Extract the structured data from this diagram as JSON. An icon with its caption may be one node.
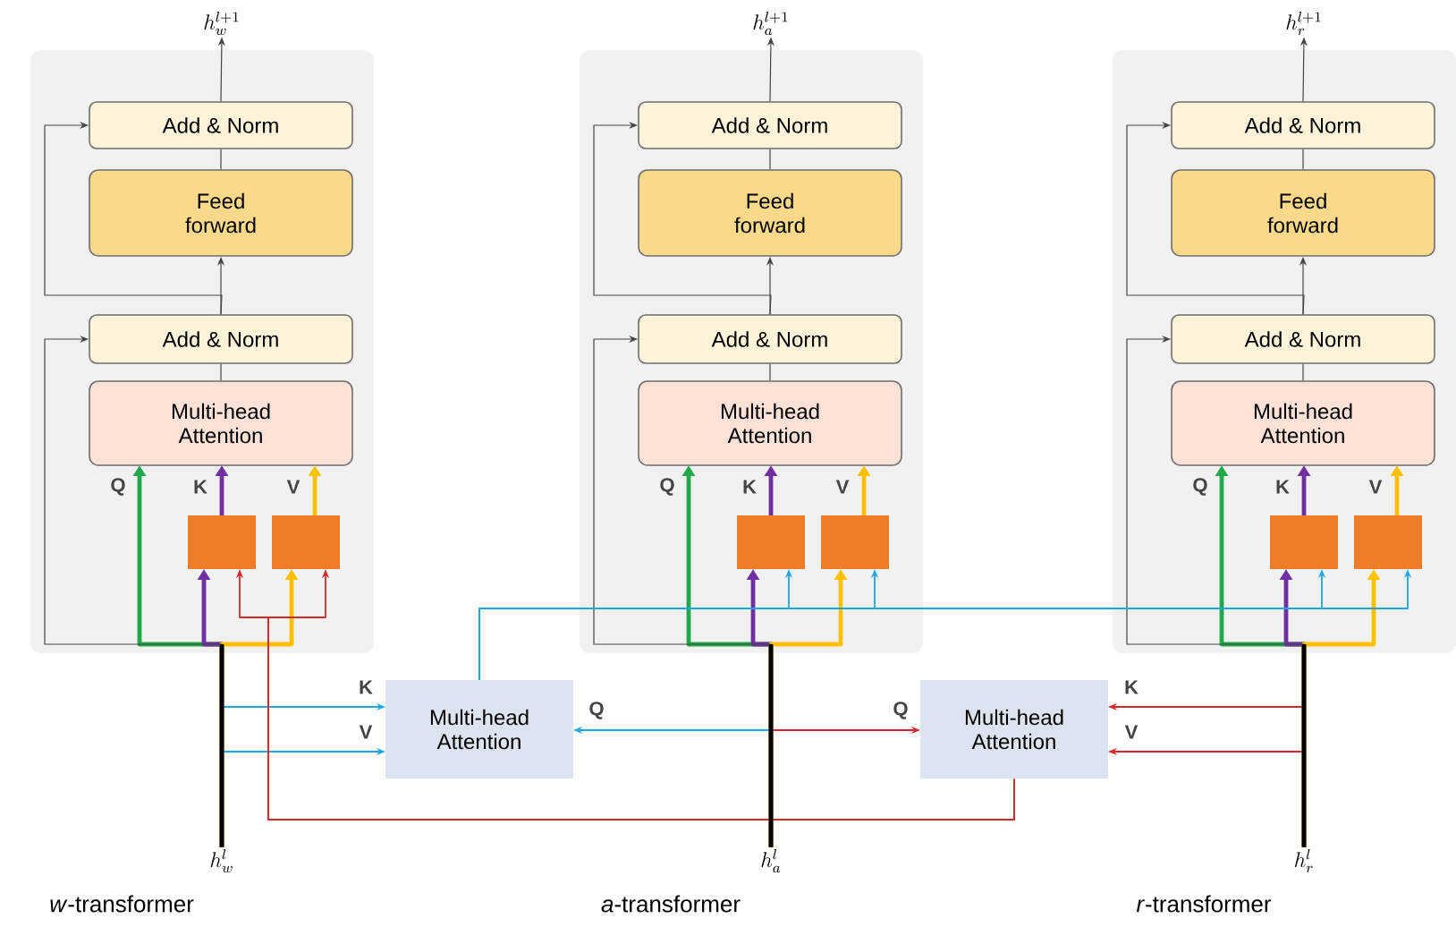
{
  "diagram": {
    "nodes": [
      {
        "text": [
          "h_{w}^{l+1}"
        ]
      },
      {
        "text": [],
        "shape": "box"
      },
      {
        "text": [
          "Add & Norm"
        ],
        "in": 1
      },
      {
        "text": [
          "Feed forward"
        ],
        "in": 1
      },
      {
        "text": [
          "Add & Norm"
        ],
        "in": 1
      },
      {
        "text": [
          "Multi-head Attention"
        ],
        "in": 1
      },
      {
        "text": [],
        "shape": "box",
        "in": 1
      },
      {
        "text": [],
        "shape": "box",
        "in": 1
      },
      {
        "text": [
          "h_{w}^{l}"
        ]
      },
      {
        "text": [
          "h_{a}^{l+1}"
        ]
      },
      {
        "text": [],
        "shape": "box"
      },
      {
        "text": [
          "Add & Norm"
        ],
        "in": 10
      },
      {
        "text": [
          "Feed forward"
        ],
        "in": 10
      },
      {
        "text": [
          "Add & Norm"
        ],
        "in": 10
      },
      {
        "text": [
          "Multi-head Attention"
        ],
        "in": 10
      },
      {
        "text": [],
        "shape": "box",
        "in": 10
      },
      {
        "text": [],
        "shape": "box",
        "in": 10
      },
      {
        "text": [
          "h_{a}^{l}"
        ]
      },
      {
        "text": [
          "h_{r}^{l+1}"
        ]
      },
      {
        "text": [],
        "shape": "box"
      },
      {
        "text": [
          "Add & Norm"
        ],
        "in": 19
      },
      {
        "text": [
          "Feed forward"
        ],
        "in": 19
      },
      {
        "text": [
          "Add & Norm"
        ],
        "in": 19
      },
      {
        "text": [
          "Multi-head Attention"
        ],
        "in": 19
      },
      {
        "text": [],
        "shape": "box",
        "in": 19
      },
      {
        "text": [],
        "shape": "box",
        "in": 19
      },
      {
        "text": [
          "h_{r}^{l}"
        ]
      },
      {
        "text": [
          "Multi-head Attention"
        ]
      },
      {
        "text": [
          "Multi-head Attention"
        ]
      }
    ],
    "edges": [
      {
        "from": 8,
        "to": 5,
        "arrow": "to",
        "label": "Q",
        "color": "#21a84a",
        "style": "thick"
      },
      {
        "from": 6,
        "to": 5,
        "arrow": "to",
        "label": "K",
        "color": "#7030a0",
        "style": "thick"
      },
      {
        "from": 7,
        "to": 5,
        "arrow": "to",
        "label": "V",
        "color": "#ffc000",
        "style": "thick"
      },
      {
        "from": 8,
        "to": 6,
        "arrow": "to",
        "color": "#7030a0",
        "style": "thick"
      },
      {
        "from": 8,
        "to": 7,
        "arrow": "to",
        "color": "#ffc000",
        "style": "thick"
      },
      {
        "from": 8,
        "to": 4,
        "arrow": "to"
      },
      {
        "from": 5,
        "to": 4,
        "arrow": "none"
      },
      {
        "from": 4,
        "to": 3,
        "arrow": "to"
      },
      {
        "from": 4,
        "to": 2,
        "arrow": "to"
      },
      {
        "from": 3,
        "to": 2,
        "arrow": "none"
      },
      {
        "from": 2,
        "to": 0,
        "arrow": "to"
      },
      {
        "from": 17,
        "to": 14,
        "arrow": "to",
        "label": "Q",
        "color": "#21a84a",
        "style": "thick"
      },
      {
        "from": 15,
        "to": 14,
        "arrow": "to",
        "label": "K",
        "color": "#7030a0",
        "style": "thick"
      },
      {
        "from": 16,
        "to": 14,
        "arrow": "to",
        "label": "V",
        "color": "#ffc000",
        "style": "thick"
      },
      {
        "from": 17,
        "to": 15,
        "arrow": "to",
        "color": "#7030a0",
        "style": "thick"
      },
      {
        "from": 17,
        "to": 16,
        "arrow": "to",
        "color": "#ffc000",
        "style": "thick"
      },
      {
        "from": 17,
        "to": 13,
        "arrow": "to"
      },
      {
        "from": 14,
        "to": 13,
        "arrow": "none"
      },
      {
        "from": 13,
        "to": 12,
        "arrow": "to"
      },
      {
        "from": 13,
        "to": 11,
        "arrow": "to"
      },
      {
        "from": 12,
        "to": 11,
        "arrow": "none"
      },
      {
        "from": 11,
        "to": 9,
        "arrow": "to"
      },
      {
        "from": 26,
        "to": 23,
        "arrow": "to",
        "label": "Q",
        "color": "#21a84a",
        "style": "thick"
      },
      {
        "from": 24,
        "to": 23,
        "arrow": "to",
        "label": "K",
        "color": "#7030a0",
        "style": "thick"
      },
      {
        "from": 25,
        "to": 23,
        "arrow": "to",
        "label": "V",
        "color": "#ffc000",
        "style": "thick"
      },
      {
        "from": 26,
        "to": 24,
        "arrow": "to",
        "color": "#7030a0",
        "style": "thick"
      },
      {
        "from": 26,
        "to": 25,
        "arrow": "to",
        "color": "#ffc000",
        "style": "thick"
      },
      {
        "from": 26,
        "to": 22,
        "arrow": "to"
      },
      {
        "from": 23,
        "to": 22,
        "arrow": "none"
      },
      {
        "from": 22,
        "to": 21,
        "arrow": "to"
      },
      {
        "from": 22,
        "to": 20,
        "arrow": "to"
      },
      {
        "from": 21,
        "to": 20,
        "arrow": "none"
      },
      {
        "from": 20,
        "to": 18,
        "arrow": "to"
      },
      {
        "from": 8,
        "to": 27,
        "arrow": "to",
        "label": "K",
        "color": "#1ea7e1"
      },
      {
        "from": 8,
        "to": 27,
        "arrow": "to",
        "label": "V",
        "color": "#1ea7e1"
      },
      {
        "from": 17,
        "to": 27,
        "arrow": "to",
        "label": "Q",
        "color": "#1ea7e1"
      },
      {
        "from": 17,
        "to": 28,
        "arrow": "to",
        "label": "Q",
        "color": "#d62828"
      },
      {
        "from": 26,
        "to": 28,
        "arrow": "to",
        "label": "K",
        "color": "#d62828"
      },
      {
        "from": 26,
        "to": 28,
        "arrow": "to",
        "label": "V",
        "color": "#d62828"
      },
      {
        "from": 28,
        "to": 6,
        "arrow": "to",
        "color": "#d62828"
      },
      {
        "from": 28,
        "to": 7,
        "arrow": "to",
        "color": "#d62828"
      },
      {
        "from": 27,
        "to": 15,
        "arrow": "to",
        "color": "#1ea7e1"
      },
      {
        "from": 27,
        "to": 16,
        "arrow": "to",
        "color": "#1ea7e1"
      },
      {
        "from": 27,
        "to": 24,
        "arrow": "to",
        "color": "#1ea7e1"
      },
      {
        "from": 27,
        "to": 25,
        "arrow": "to",
        "color": "#1ea7e1"
      }
    ],
    "labels": [
      "*w*-transformer",
      "*a*-transformer",
      "*r*-transformer"
    ]
  }
}
